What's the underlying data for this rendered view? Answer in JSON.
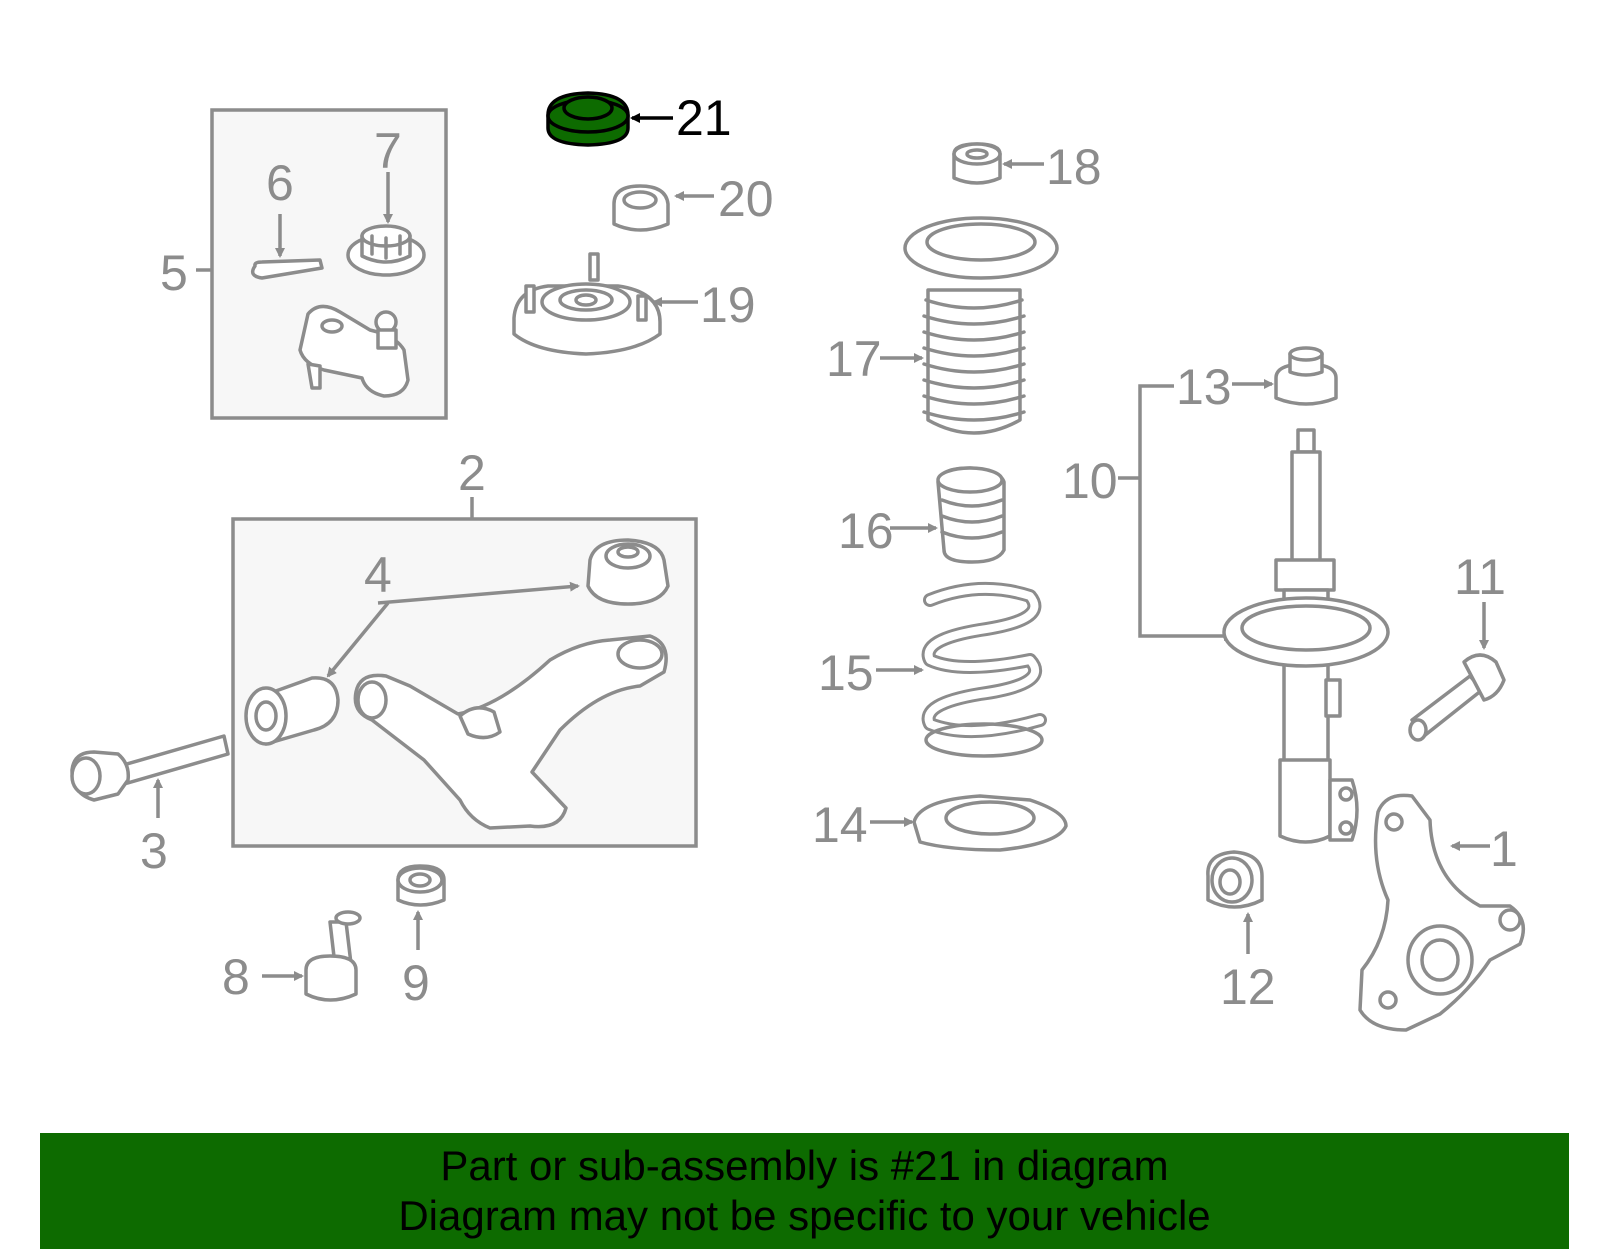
{
  "callouts": {
    "c1": "1",
    "c2": "2",
    "c3": "3",
    "c4": "4",
    "c5": "5",
    "c6": "6",
    "c7": "7",
    "c8": "8",
    "c9": "9",
    "c10": "10",
    "c11": "11",
    "c12": "12",
    "c13": "13",
    "c14": "14",
    "c15": "15",
    "c16": "16",
    "c17": "17",
    "c18": "18",
    "c19": "19",
    "c20": "20",
    "c21": "21"
  },
  "highlighted_part": "21",
  "colors": {
    "highlight": "#0d6b00",
    "line": "#8c8c8c",
    "text_highlight": "#000000"
  },
  "banner": {
    "line1": "Part or sub-assembly is #21 in diagram",
    "line2": "Diagram may not be specific to your vehicle"
  }
}
